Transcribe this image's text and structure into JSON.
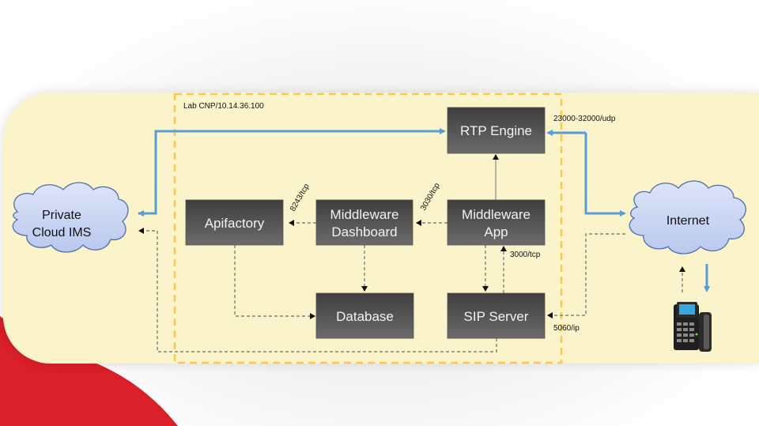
{
  "diagram": {
    "zone_label": "Lab CNP/10.14.36.100",
    "nodes": {
      "rtp_engine": [
        "RTP Engine"
      ],
      "apifactory": [
        "Apifactory"
      ],
      "middleware_dashboard": [
        "Middleware",
        "Dashboard"
      ],
      "middleware_app": [
        "Middleware",
        "App"
      ],
      "database": [
        "Database"
      ],
      "sip_server": [
        "SIP Server"
      ]
    },
    "clouds": {
      "private_cloud": [
        "Private",
        "Cloud IMS"
      ],
      "internet": [
        "Internet"
      ]
    },
    "port_labels": {
      "rtp_udp": "23000-32000/udp",
      "apifactory_tcp": "8243/tcp",
      "dashboard_tcp": "3030/tcp",
      "app_tcp": "3000/tcp",
      "sip_ip": "5060/ip"
    },
    "icons": {
      "phone": "desk-phone-icon"
    },
    "colors": {
      "panel": "#fbf4cb",
      "zone_border": "#f9c94a",
      "node_fill_top": "#3e3e3e",
      "node_fill_bottom": "#6b6b6b",
      "media_link": "#5b9bd5",
      "control_link": "#6b6b6b",
      "cloud_fill": "#c6d3f2",
      "cloud_stroke": "#4f6fa8",
      "accent_red": "#d81f2a"
    }
  }
}
